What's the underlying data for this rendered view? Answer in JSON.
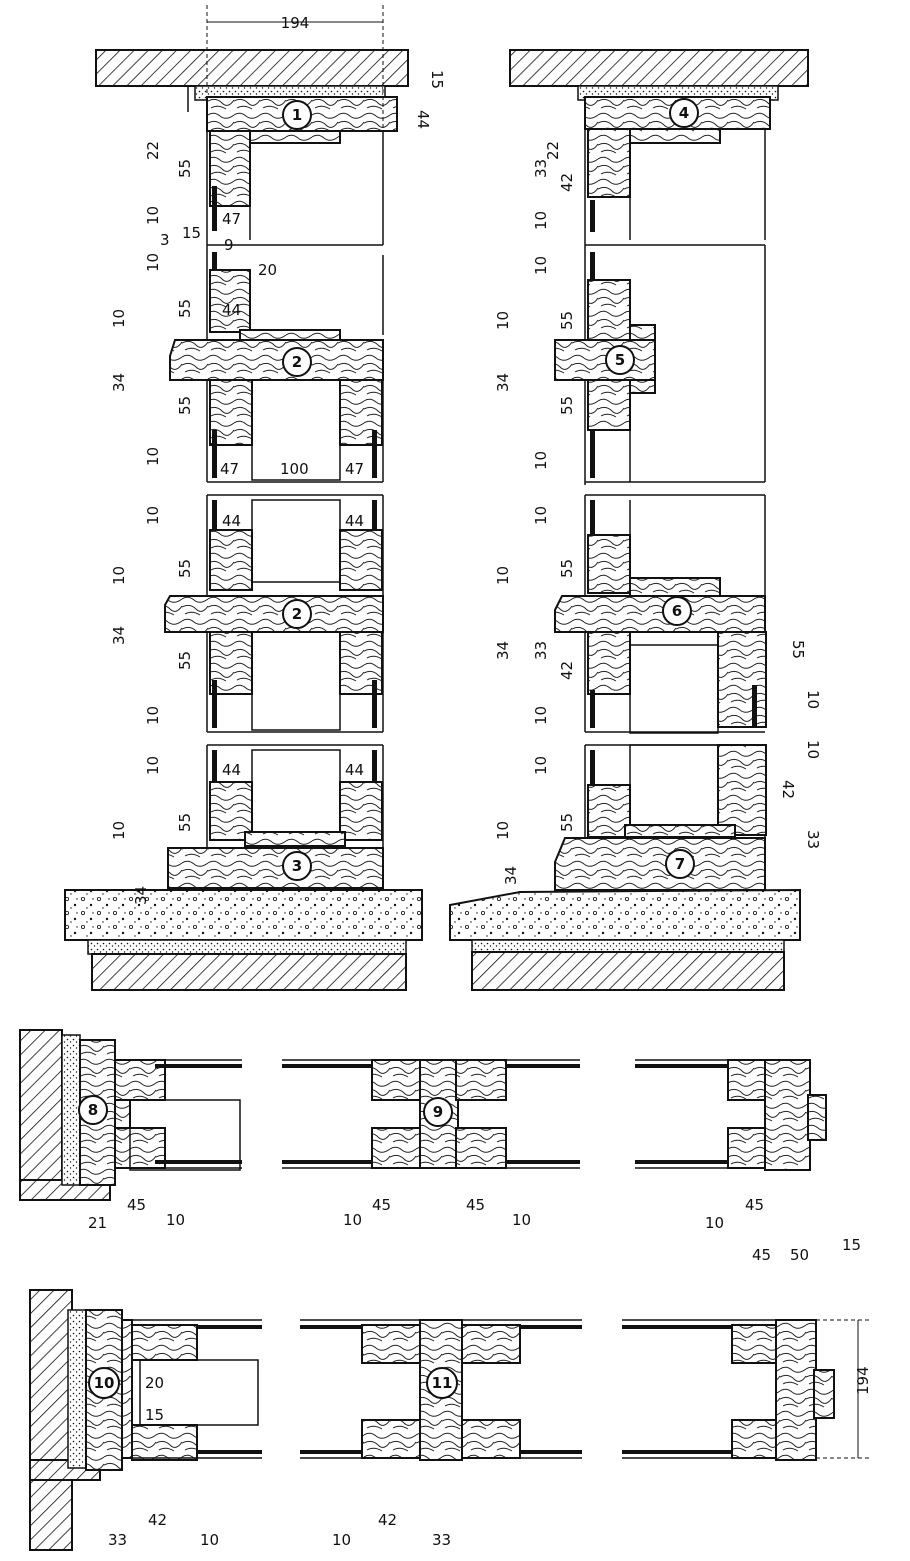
{
  "sections": {
    "top_left": {
      "dims_left": [
        "22",
        "55",
        "10",
        "15",
        "3",
        "10",
        "55",
        "10",
        "34",
        "55",
        "10",
        "10",
        "55",
        "10",
        "34",
        "55",
        "10",
        "10",
        "55",
        "10",
        "34"
      ],
      "dims_inner": [
        "47",
        "9",
        "20",
        "44",
        "47",
        "100",
        "47",
        "44",
        "44",
        "44",
        "44"
      ],
      "dims_top": [
        "194",
        "15",
        "44"
      ],
      "labels": [
        "1",
        "2",
        "2",
        "3"
      ]
    },
    "top_right": {
      "dims_left": [
        "22",
        "33",
        "42",
        "10",
        "10",
        "55",
        "10",
        "34",
        "55",
        "10",
        "10",
        "55",
        "10",
        "34",
        "33",
        "42",
        "10",
        "10",
        "55",
        "10",
        "34"
      ],
      "dims_right": [
        "55",
        "10",
        "10",
        "42",
        "33"
      ],
      "labels": [
        "4",
        "5",
        "6",
        "7"
      ]
    },
    "bottom": {
      "dims_row1": [
        "21",
        "45",
        "10",
        "10",
        "45",
        "45",
        "10",
        "10",
        "45",
        "45",
        "50",
        "15"
      ],
      "dims_row2": [
        "20",
        "15",
        "33",
        "42",
        "10",
        "10",
        "42",
        "33",
        "194"
      ],
      "labels": [
        "8",
        "9",
        "10",
        "11"
      ]
    }
  }
}
